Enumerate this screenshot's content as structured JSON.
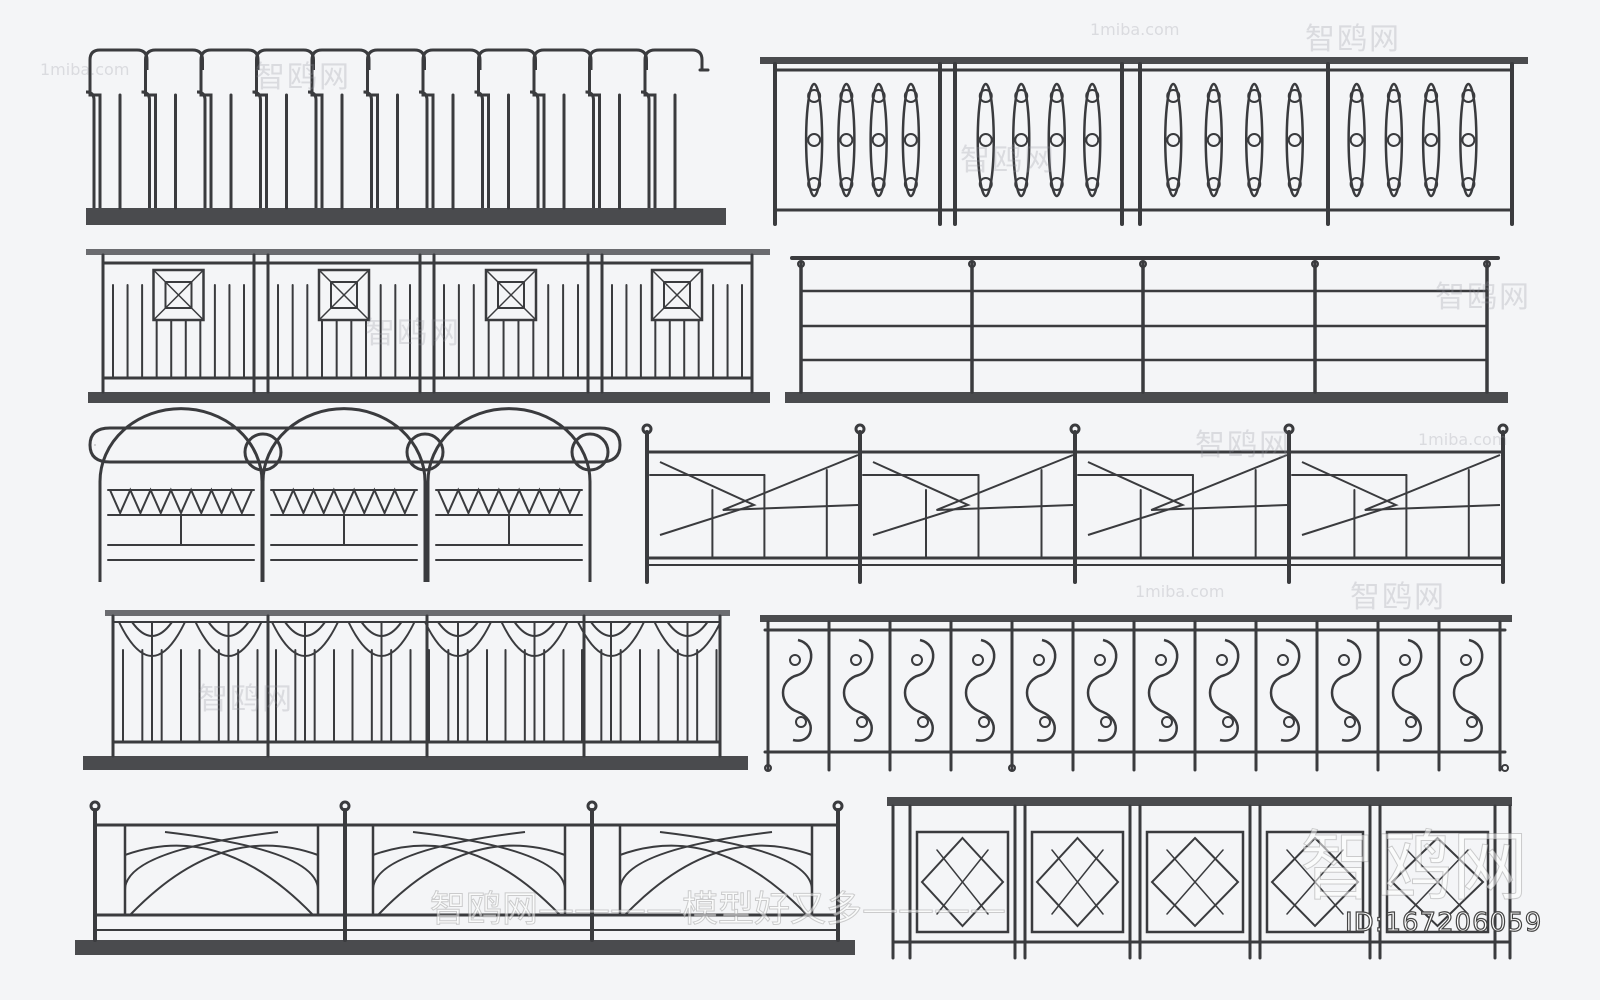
{
  "image": {
    "subject": "railings",
    "colors": {
      "background": "#f4f5f7",
      "metal": "#3a3b3e",
      "base": "#4a4b4e"
    }
  },
  "watermarks": {
    "site": "1miba.com",
    "brand": "智鸥网",
    "slogan": "智鸥网————模型好又多————",
    "model_id": "ID:167206059"
  }
}
